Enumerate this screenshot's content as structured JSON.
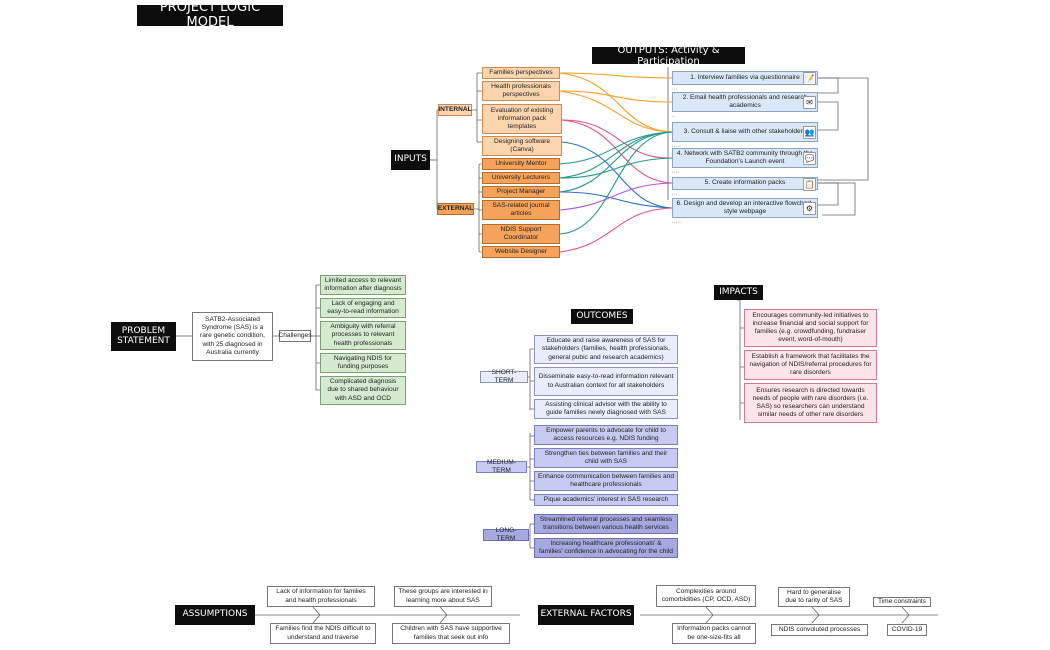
{
  "title": "PROJECT LOGIC MODEL",
  "outputs_title": "OUTPUTS: Activity & Participation",
  "inputs_label": "INPUTS",
  "internal_label": "INTERNAL",
  "external_label": "EXTERNAL",
  "internal_inputs": [
    "Families perspectives",
    "Health professionals perspectives",
    "Evaluation of existing information pack templates",
    "Designing software (Canva)"
  ],
  "external_inputs": [
    "University Mentor",
    "University Lecturers",
    "Project Manager",
    "SAS-related journal articles",
    "NDIS Support Coordinator",
    "Website Designer"
  ],
  "outputs": [
    {
      "label": "1. Interview families via questionnaire",
      "icon": "questionnaire-icon",
      "glyph": "📝"
    },
    {
      "label": "2. Email health professionals and research academics",
      "icon": "email-icon",
      "glyph": "✉"
    },
    {
      "label": "3. Consult & liaise with other stakeholders",
      "icon": "group-icon",
      "glyph": "👥"
    },
    {
      "label": "4. Network with SATB2 community through the Foundation's Launch event",
      "icon": "chat-icon",
      "glyph": "💬"
    },
    {
      "label": "5. Create information packs",
      "icon": "pack-icon",
      "glyph": "📋"
    },
    {
      "label": "6. Design and develop an interactive flowchart-style webpage",
      "icon": "flowchart-icon",
      "glyph": "⚙"
    }
  ],
  "problem_label": "PROBLEM STATEMENT",
  "problem_text": "SATB2-Associated Syndrome (SAS) is a rare genetic condition, with 25 diagnosed in Australia currently",
  "challenges_label": "Challenges",
  "challenges": [
    "Limited access to relevant information after diagnosis",
    "Lack of engaging and easy-to-read information",
    "Ambiguity with referral processes to relevant health professionals",
    "Navigating NDIS for funding purposes",
    "Complicated diagnosis due to shared behaviour with ASD and OCD"
  ],
  "outcomes_title": "OUTCOMES",
  "short_term_label": "SHORT-TERM",
  "short_term": [
    "Educate and raise awareness of SAS for stakeholders (families, health professionals, general pubic and research academics)",
    "Disseminate easy-to-read information relevant to Australian context for all stakeholders",
    "Assisting clinical advisor with the ability to guide families newly diagnosed with SAS"
  ],
  "medium_term_label": "MEDIUM-TERM",
  "medium_term": [
    "Empower parents to advocate for child to access resources e.g. NDIS funding",
    "Strengthen ties between families and their child with SAS",
    "Enhance communication between families and healthcare professionals",
    "Pique academics' interest in SAS research"
  ],
  "long_term_label": "LONG-TERM",
  "long_term": [
    "Streamlined referral processes and seamless transitions between various health services",
    "Increasing healthcare professionals' & families' confidence in advocating for the child"
  ],
  "impacts_title": "IMPACTS",
  "impacts": [
    "Encourages community-led initiatives to increase financial and social support for families (e.g. crowdfunding, fundraiser event, word-of-mouth)",
    "Establish a framework that facilitates the navigation of NDIS/referral procedures for rare disorders",
    "Ensures research is directed towards needs of people with rare disorders (i.e. SAS) so researchers can understand similar needs of other rare disorders"
  ],
  "assumptions_label": "ASSUMPTIONS",
  "assumptions_top": [
    "Lack of information for families and health professionals",
    "These groups are interested in learning more about SAS"
  ],
  "assumptions_bottom": [
    "Families find the NDIS difficult to understand and traverse",
    "Children with SAS have supportive families that seek out info"
  ],
  "external_factors_label": "EXTERNAL FACTORS",
  "external_top": [
    "Complexities around comorbidities (CP, OCD, ASD)",
    "Hard to generalise due to rarity of SAS",
    "Time constraints"
  ],
  "external_bottom": [
    "Information packs cannot be one-size-fits all",
    "NDIS convoluted  processes",
    "COVID-19"
  ],
  "colors": {
    "link_orange": "#f0a020",
    "link_teal": "#1f9a8a",
    "link_pink": "#e0508a",
    "link_blue": "#2a6fc0",
    "link_purple": "#b455d6"
  }
}
